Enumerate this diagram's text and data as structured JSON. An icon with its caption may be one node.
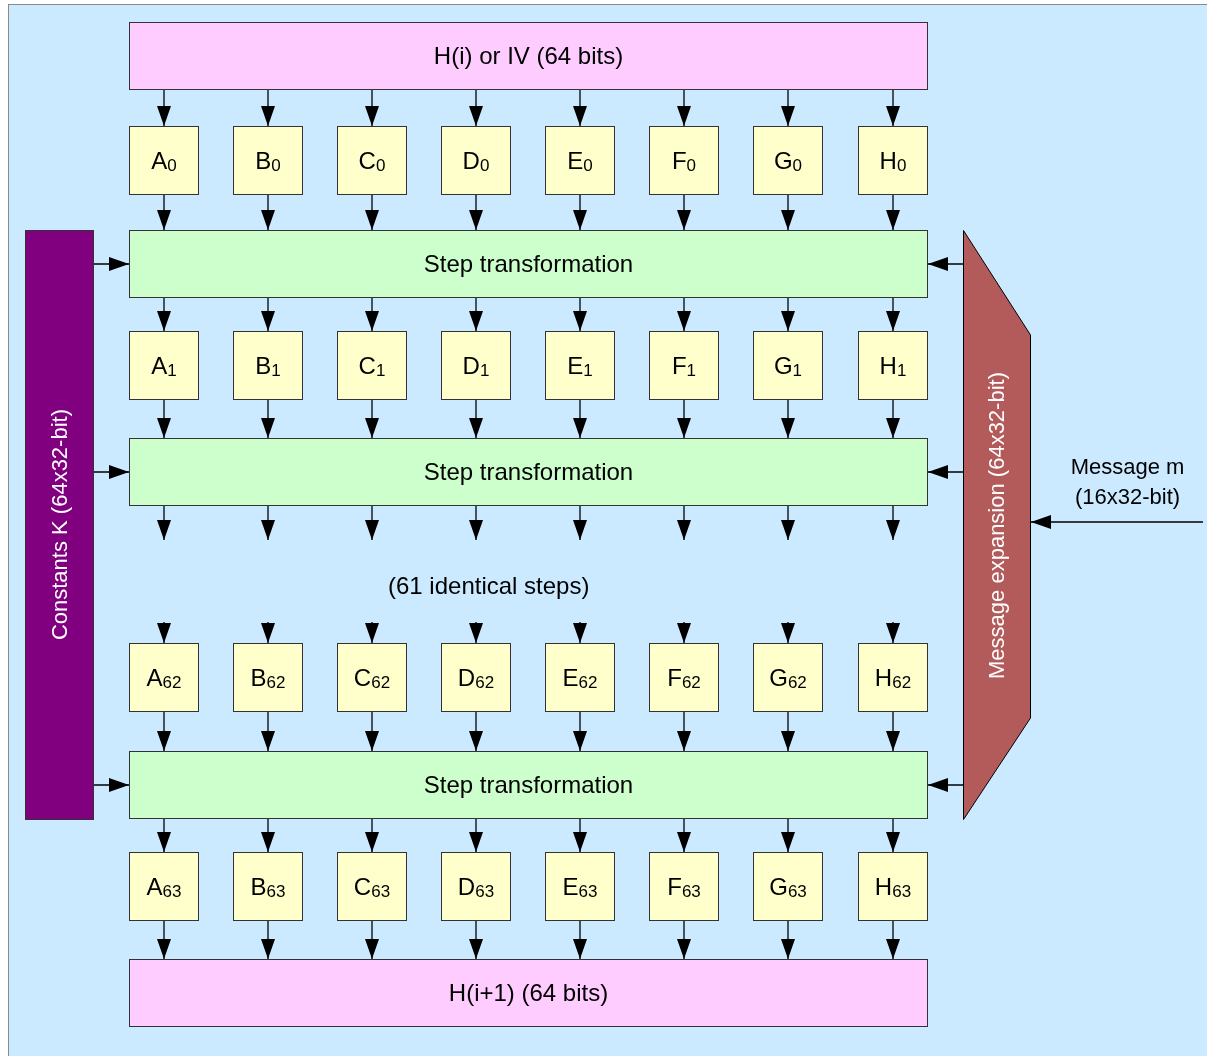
{
  "diagram": {
    "nodes": [
      {
        "text": [
          "H(i) or IV (64 bits)"
        ]
      },
      {
        "text": [
          "A$_{0}$"
        ]
      },
      {
        "text": [
          "B$_{0}$"
        ]
      },
      {
        "text": [
          "C$_{0}$"
        ]
      },
      {
        "text": [
          "D$_{0}$"
        ]
      },
      {
        "text": [
          "E$_{0}$"
        ]
      },
      {
        "text": [
          "F$_{0}$"
        ]
      },
      {
        "text": [
          "G$_{0}$"
        ]
      },
      {
        "text": [
          "H$_{0}$"
        ]
      },
      {
        "text": [
          "Step transformation"
        ]
      },
      {
        "text": [
          "A$_{1}$"
        ]
      },
      {
        "text": [
          "B$_{1}$"
        ]
      },
      {
        "text": [
          "C$_{1}$"
        ]
      },
      {
        "text": [
          "D$_{1}$"
        ]
      },
      {
        "text": [
          "E$_{1}$"
        ]
      },
      {
        "text": [
          "F$_{1}$"
        ]
      },
      {
        "text": [
          "G$_{1}$"
        ]
      },
      {
        "text": [
          "H$_{1}$"
        ]
      },
      {
        "text": [
          "Step transformation"
        ]
      },
      {
        "text": [
          "A$_{62}$"
        ]
      },
      {
        "text": [
          "B$_{62}$"
        ]
      },
      {
        "text": [
          "C$_{62}$"
        ]
      },
      {
        "text": [
          "D$_{62}$"
        ]
      },
      {
        "text": [
          "E$_{62}$"
        ]
      },
      {
        "text": [
          "F$_{62}$"
        ]
      },
      {
        "text": [
          "G$_{62}$"
        ]
      },
      {
        "text": [
          "H$_{62}$"
        ]
      },
      {
        "text": [
          "Step transformation"
        ]
      },
      {
        "text": [
          "A$_{63}$"
        ]
      },
      {
        "text": [
          "B$_{63}$"
        ]
      },
      {
        "text": [
          "C$_{63}$"
        ]
      },
      {
        "text": [
          "D$_{63}$"
        ]
      },
      {
        "text": [
          "E$_{63}$"
        ]
      },
      {
        "text": [
          "F$_{63}$"
        ]
      },
      {
        "text": [
          "G$_{63}$"
        ]
      },
      {
        "text": [
          "H$_{63}$"
        ]
      },
      {
        "text": [
          "H(i+1) (64 bits)"
        ]
      },
      {
        "text": [
          "Constants K (64x32-bit)"
        ]
      },
      {
        "text": [
          "Message expansion (64x32-bit)"
        ]
      },
      {
        "text": [
          "Message m (16x32-bit)"
        ]
      }
    ],
    "edges": [
      {
        "from": 0,
        "to": 1,
        "arrow": "to"
      },
      {
        "from": 0,
        "to": 2,
        "arrow": "to"
      },
      {
        "from": 0,
        "to": 3,
        "arrow": "to"
      },
      {
        "from": 0,
        "to": 4,
        "arrow": "to"
      },
      {
        "from": 0,
        "to": 5,
        "arrow": "to"
      },
      {
        "from": 0,
        "to": 6,
        "arrow": "to"
      },
      {
        "from": 0,
        "to": 7,
        "arrow": "to"
      },
      {
        "from": 0,
        "to": 8,
        "arrow": "to"
      },
      {
        "from": 1,
        "to": 9,
        "arrow": "to"
      },
      {
        "from": 2,
        "to": 9,
        "arrow": "to"
      },
      {
        "from": 3,
        "to": 9,
        "arrow": "to"
      },
      {
        "from": 4,
        "to": 9,
        "arrow": "to"
      },
      {
        "from": 5,
        "to": 9,
        "arrow": "to"
      },
      {
        "from": 6,
        "to": 9,
        "arrow": "to"
      },
      {
        "from": 7,
        "to": 9,
        "arrow": "to"
      },
      {
        "from": 8,
        "to": 9,
        "arrow": "to"
      },
      {
        "from": 37,
        "to": 9,
        "arrow": "to"
      },
      {
        "from": 38,
        "to": 9,
        "arrow": "to"
      },
      {
        "from": 9,
        "to": 10,
        "arrow": "to"
      },
      {
        "from": 9,
        "to": 11,
        "arrow": "to"
      },
      {
        "from": 9,
        "to": 12,
        "arrow": "to"
      },
      {
        "from": 9,
        "to": 13,
        "arrow": "to"
      },
      {
        "from": 9,
        "to": 14,
        "arrow": "to"
      },
      {
        "from": 9,
        "to": 15,
        "arrow": "to"
      },
      {
        "from": 9,
        "to": 16,
        "arrow": "to"
      },
      {
        "from": 9,
        "to": 17,
        "arrow": "to"
      },
      {
        "from": 10,
        "to": 18,
        "arrow": "to"
      },
      {
        "from": 11,
        "to": 18,
        "arrow": "to"
      },
      {
        "from": 12,
        "to": 18,
        "arrow": "to"
      },
      {
        "from": 13,
        "to": 18,
        "arrow": "to"
      },
      {
        "from": 14,
        "to": 18,
        "arrow": "to"
      },
      {
        "from": 15,
        "to": 18,
        "arrow": "to"
      },
      {
        "from": 16,
        "to": 18,
        "arrow": "to"
      },
      {
        "from": 17,
        "to": 18,
        "arrow": "to"
      },
      {
        "from": 37,
        "to": 18,
        "arrow": "to"
      },
      {
        "from": 38,
        "to": 18,
        "arrow": "to"
      },
      {
        "from": 18,
        "to": null,
        "arrow": "to"
      },
      {
        "from": 18,
        "to": null,
        "arrow": "to"
      },
      {
        "from": 18,
        "to": null,
        "arrow": "to"
      },
      {
        "from": 18,
        "to": null,
        "arrow": "to"
      },
      {
        "from": 18,
        "to": null,
        "arrow": "to"
      },
      {
        "from": 18,
        "to": null,
        "arrow": "to"
      },
      {
        "from": 18,
        "to": null,
        "arrow": "to"
      },
      {
        "from": 18,
        "to": null,
        "arrow": "to"
      },
      {
        "from": null,
        "to": 19,
        "arrow": "to"
      },
      {
        "from": null,
        "to": 20,
        "arrow": "to"
      },
      {
        "from": null,
        "to": 21,
        "arrow": "to"
      },
      {
        "from": null,
        "to": 22,
        "arrow": "to"
      },
      {
        "from": null,
        "to": 23,
        "arrow": "to"
      },
      {
        "from": null,
        "to": 24,
        "arrow": "to"
      },
      {
        "from": null,
        "to": 25,
        "arrow": "to"
      },
      {
        "from": null,
        "to": 26,
        "arrow": "to"
      },
      {
        "from": 19,
        "to": 27,
        "arrow": "to"
      },
      {
        "from": 20,
        "to": 27,
        "arrow": "to"
      },
      {
        "from": 21,
        "to": 27,
        "arrow": "to"
      },
      {
        "from": 22,
        "to": 27,
        "arrow": "to"
      },
      {
        "from": 23,
        "to": 27,
        "arrow": "to"
      },
      {
        "from": 24,
        "to": 27,
        "arrow": "to"
      },
      {
        "from": 25,
        "to": 27,
        "arrow": "to"
      },
      {
        "from": 26,
        "to": 27,
        "arrow": "to"
      },
      {
        "from": 37,
        "to": 27,
        "arrow": "to"
      },
      {
        "from": 38,
        "to": 27,
        "arrow": "to"
      },
      {
        "from": 27,
        "to": 28,
        "arrow": "to"
      },
      {
        "from": 27,
        "to": 29,
        "arrow": "to"
      },
      {
        "from": 27,
        "to": 30,
        "arrow": "to"
      },
      {
        "from": 27,
        "to": 31,
        "arrow": "to"
      },
      {
        "from": 27,
        "to": 32,
        "arrow": "to"
      },
      {
        "from": 27,
        "to": 33,
        "arrow": "to"
      },
      {
        "from": 27,
        "to": 34,
        "arrow": "to"
      },
      {
        "from": 27,
        "to": 35,
        "arrow": "to"
      },
      {
        "from": 28,
        "to": 36,
        "arrow": "to"
      },
      {
        "from": 29,
        "to": 36,
        "arrow": "to"
      },
      {
        "from": 30,
        "to": 36,
        "arrow": "to"
      },
      {
        "from": 31,
        "to": 36,
        "arrow": "to"
      },
      {
        "from": 32,
        "to": 36,
        "arrow": "to"
      },
      {
        "from": 33,
        "to": 36,
        "arrow": "to"
      },
      {
        "from": 34,
        "to": 36,
        "arrow": "to"
      },
      {
        "from": 35,
        "to": 36,
        "arrow": "to"
      },
      {
        "from": 39,
        "to": 38,
        "arrow": "to"
      }
    ],
    "labels": [
      "(61 identical steps)"
    ]
  }
}
